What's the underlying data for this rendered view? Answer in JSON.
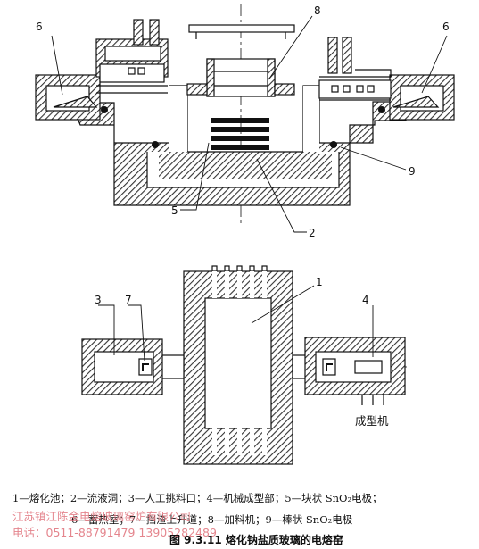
{
  "labels": {
    "top": {
      "l6_left": "6",
      "l8": "8",
      "l6_right": "6",
      "l9": "9",
      "l5": "5",
      "l2": "2"
    },
    "bottom": {
      "l1": "1",
      "l3": "3",
      "l7": "7",
      "l4": "4",
      "forming_machine": "成型机"
    }
  },
  "legend": {
    "line1": "1—熔化池；2—流液洞；3—人工挑料口；4—机械成型部；5—块状 SnO₂电极；",
    "line2": "6—蓄热室；7—挡渣上升道；8—加料机；9—棒状 SnO₂电极"
  },
  "watermark": {
    "line1": "江苏镇江陈金电熔玻璃窑炉有限公司",
    "line2": "电话：0511-88791479 13905282489"
  },
  "caption": "图 9.3.11  熔化钠盐质玻璃的电熔窑",
  "colors": {
    "hatch": "#333333",
    "line": "#111111",
    "watermark": "#e0707a"
  }
}
